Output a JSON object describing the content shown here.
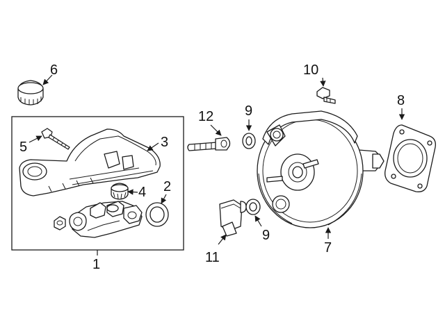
{
  "callouts": {
    "c1": "1",
    "c2": "2",
    "c3": "3",
    "c4": "4",
    "c5": "5",
    "c6": "6",
    "c7": "7",
    "c8": "8",
    "c9a": "9",
    "c9b": "9",
    "c10": "10",
    "c11": "11",
    "c12": "12"
  }
}
